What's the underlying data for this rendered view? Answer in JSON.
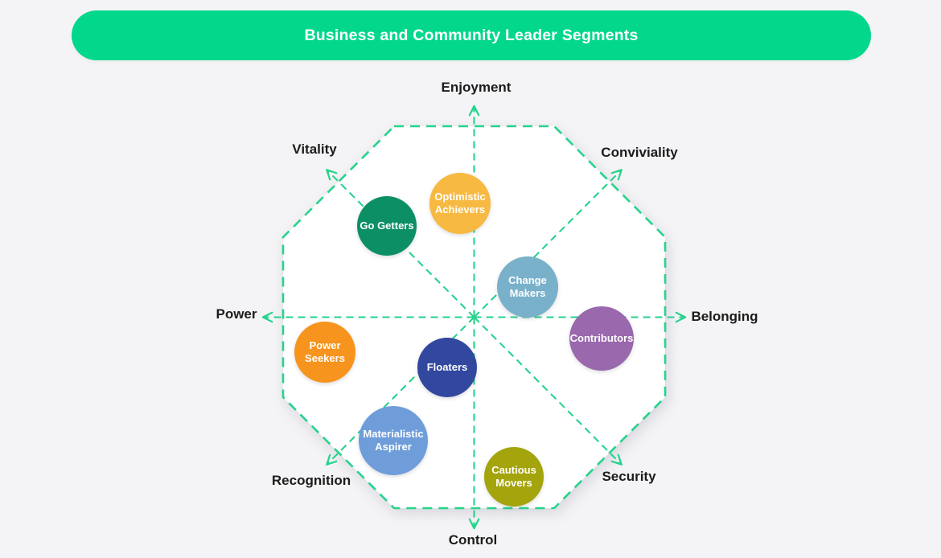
{
  "title": "Business and Community Leader Segments",
  "colors": {
    "header_bg": "#02d78b",
    "dash_line": "#26d38c",
    "page_bg": "#f4f4f6",
    "axis_label_text": "#1c1c1c",
    "octagon_fill": "#ffffff"
  },
  "axes": [
    {
      "id": "enjoyment",
      "label": "Enjoyment"
    },
    {
      "id": "conviviality",
      "label": "Conviviality"
    },
    {
      "id": "belonging",
      "label": "Belonging"
    },
    {
      "id": "security",
      "label": "Security"
    },
    {
      "id": "control",
      "label": "Control"
    },
    {
      "id": "recognition",
      "label": "Recognition"
    },
    {
      "id": "power",
      "label": "Power"
    },
    {
      "id": "vitality",
      "label": "Vitality"
    }
  ],
  "segments": [
    {
      "id": "optimistic-achievers",
      "label": "Optimistic Achievers",
      "color": "#f7b941"
    },
    {
      "id": "go-getters",
      "label": "Go Getters",
      "color": "#0d8f66"
    },
    {
      "id": "change-makers",
      "label": "Change Makers",
      "color": "#79b0ca"
    },
    {
      "id": "contributors",
      "label": "Contributors",
      "color": "#9a68ad"
    },
    {
      "id": "power-seekers",
      "label": "Power Seekers",
      "color": "#f7941d"
    },
    {
      "id": "floaters",
      "label": "Floaters",
      "color": "#32489f"
    },
    {
      "id": "materialistic-aspirer",
      "label": "Materialistic Aspirer",
      "color": "#6f9dda"
    },
    {
      "id": "cautious-movers",
      "label": "Cautious Movers",
      "color": "#a4a40c"
    }
  ]
}
